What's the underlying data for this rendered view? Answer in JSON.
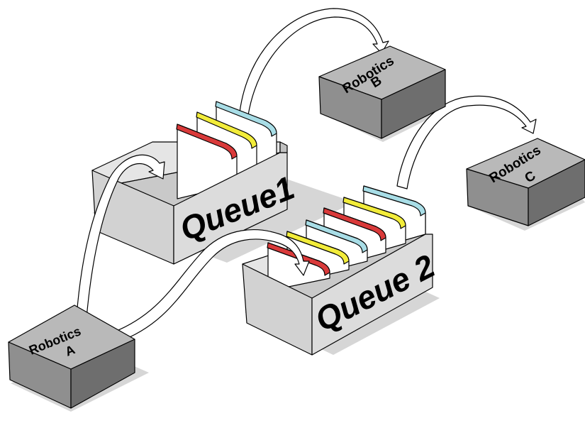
{
  "diagram": {
    "robotics_a": {
      "line1": "Robotics",
      "line2": "A"
    },
    "robotics_b": {
      "line1": "Robotics",
      "line2": "B"
    },
    "robotics_c": {
      "line1": "Robotics",
      "line2": "C"
    },
    "queue1": {
      "label": "Queue1"
    },
    "queue2": {
      "label": "Queue 2"
    }
  },
  "colors": {
    "shadow": "#d0d0d0",
    "box_top": "#b9b9b9",
    "box_left": "#8f8f8f",
    "box_right": "#6e6e6e",
    "queue_face": "#dcdcdc",
    "queue_inner": "#cccccc",
    "card_red": "#d93a3a",
    "card_yellow": "#f2ec3a",
    "card_cyan": "#a8dde6"
  }
}
